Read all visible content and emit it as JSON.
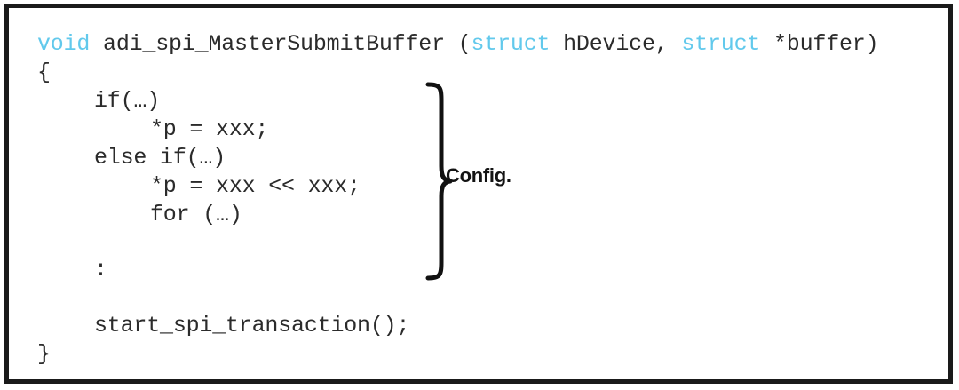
{
  "slide": {
    "title": "SPI Master Submit Buffer code listing",
    "background_color": "#ffffff",
    "frame_color": "#1a1a1a",
    "keyword_color": "#62c9ec",
    "code_color": "#2b2b2b"
  },
  "code": {
    "language": "C",
    "lines": [
      {
        "id": "line-1",
        "indent": 0,
        "tokens": [
          {
            "text": "void",
            "type": "keyword"
          },
          {
            "text": " adi_spi_MasterSubmitBuffer (",
            "type": "plain"
          },
          {
            "text": "struct",
            "type": "keyword"
          },
          {
            "text": " hDevice, ",
            "type": "plain"
          },
          {
            "text": "struct",
            "type": "keyword"
          },
          {
            "text": " *buffer)",
            "type": "plain"
          }
        ],
        "plain": "void adi_spi_MasterSubmitBuffer (struct hDevice, struct *buffer)"
      },
      {
        "id": "line-2",
        "indent": 0,
        "plain": "{"
      },
      {
        "id": "line-3",
        "indent": 1,
        "plain": "if(…)"
      },
      {
        "id": "line-4",
        "indent": 2,
        "plain": "*p = xxx;"
      },
      {
        "id": "line-5",
        "indent": 1,
        "plain": "else if(…)"
      },
      {
        "id": "line-6",
        "indent": 2,
        "plain": "*p = xxx << xxx;"
      },
      {
        "id": "line-7",
        "indent": 2,
        "plain": "for (…)"
      },
      {
        "id": "line-8",
        "indent": 1,
        "plain": ":"
      },
      {
        "id": "line-9",
        "indent": 1,
        "plain": "start_spi_transaction();"
      },
      {
        "id": "line-10",
        "indent": 0,
        "plain": "}"
      }
    ]
  },
  "annotation": {
    "brace_label": "Config.",
    "brace_shape": "right-curly-brace",
    "spans_lines": [
      "line-3",
      "line-8"
    ]
  }
}
